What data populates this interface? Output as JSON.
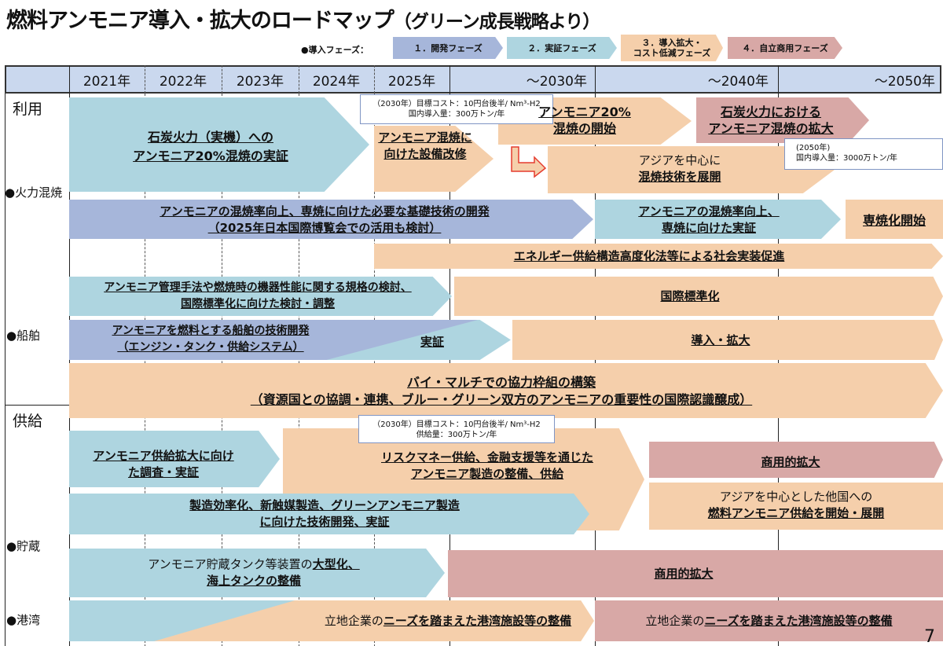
{
  "title": {
    "main": "燃料アンモニア導入・拡大のロードマップ",
    "sub": "（グリーン成長戦略より）"
  },
  "legend": {
    "label": "●導入フェーズ：",
    "phases": [
      "１．開発フェーズ",
      "２．実証フェーズ",
      "３．導入拡大・",
      "コスト低減フェーズ",
      "４．自立商用フェーズ"
    ]
  },
  "years": [
    "2021年",
    "2022年",
    "2023年",
    "2024年",
    "2025年",
    "～2030年",
    "～2040年",
    "～2050年"
  ],
  "colors": {
    "phase1": "#a6b6da",
    "phase2": "#aed5e0",
    "phase3": "#f5cfab",
    "phase4": "#d8a8a6"
  },
  "sections": {
    "use": "利用",
    "thermal": "●火力混焼",
    "ship": "●船舶",
    "supply": "供給",
    "storage": "●貯蔵",
    "port": "●港湾"
  },
  "notes": {
    "n1": [
      "（2030年）目標コスト：10円台後半/ Nm³-H2",
      "国内導入量：300万トン/年"
    ],
    "n2": [
      "(2050年)",
      "国内導入量：3000万トン/年"
    ],
    "n3": [
      "（2030年）目標コスト：10円台後半/ Nm³-H2",
      "供給量：300万トン/年"
    ]
  },
  "items": {
    "coal_demo": [
      "石炭火力（実機）への",
      "アンモニア20%混焼の実証"
    ],
    "retrofit": [
      "アンモニア混焼に",
      "向けた設備改修"
    ],
    "start20": [
      "アンモニア20%",
      "混焼の開始"
    ],
    "expand": [
      "石炭火力における",
      "アンモニア混焼の拡大"
    ],
    "asia": [
      "アジアを中心に",
      "混焼技術を展開"
    ],
    "basic": [
      "アンモニアの混焼率向上、専焼に向けた必要な基礎技術の開発",
      "（2025年日本国際博覧会での活用も検討）"
    ],
    "demo2": [
      "アンモニアの混焼率向上、",
      "専焼に向けた実証"
    ],
    "mono": "専焼化開始",
    "energy_law": "エネルギー供給構造高度化法等による社会実装促進",
    "standards": [
      "アンモニア管理手法や燃焼時の機器性能に関する規格の検討、",
      "国際標準化に向けた検討・調整"
    ],
    "intl_std": "国際標準化",
    "ship_dev": [
      "アンモニアを燃料とする船舶の技術開発",
      "（エンジン・タンク・供給システム）"
    ],
    "ship_demo": "実証",
    "ship_intro": "導入・拡大",
    "coop": [
      "バイ・マルチでの協力枠組の構築",
      "（資源国との協調・連携、ブルー・グリーン双方のアンモニアの重要性の国際認識醸成）"
    ],
    "supply_survey": [
      "アンモニア供給拡大に向け",
      "た調査・実証"
    ],
    "riskmoney": [
      "リスクマネー供給、金融支援等を通じた",
      "アンモニア製造の整備、供給"
    ],
    "commercial1": "商用的拡大",
    "asia_supply": [
      "アジアを中心とした他国への",
      "燃料アンモニア供給を開始・展開"
    ],
    "efficiency": [
      "製造効率化、新触媒製造、グリーンアンモニア製造",
      "に向けた技術開発、実証"
    ],
    "storage": [
      "アンモニア貯蔵タンク等装置の",
      "大型化、",
      "海上タンクの整備"
    ],
    "commercial2": "商用的拡大",
    "port1": [
      "立地企業の",
      "ニーズを踏まえた港湾施設等の整備"
    ],
    "port2": [
      "立地企業の",
      "ニーズを踏まえた港湾施設等の整備"
    ]
  },
  "page_number": "7"
}
